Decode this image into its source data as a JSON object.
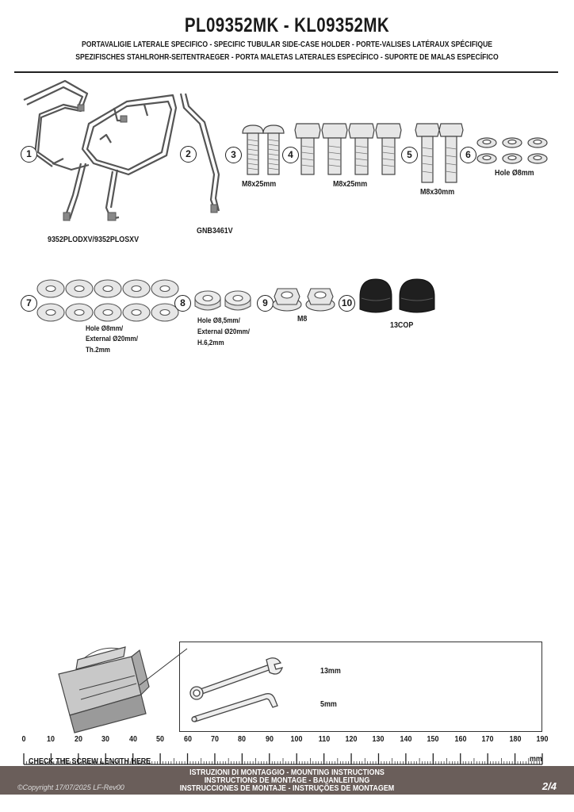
{
  "header": {
    "title": "PL09352MK - KL09352MK",
    "subtitle_line1": "PORTAVALIGIE LATERALE SPECIFICO  -  SPECIFIC TUBULAR SIDE-CASE HOLDER  - PORTE-VALISES LATÉRAUX SPÉCIFIQUE",
    "subtitle_line2": "SPEZIFISCHES STAHLROHR-SEITENTRAEGER - PORTA MALETAS LATERALES ESPECÍFICO - SUPORTE DE MALAS ESPECÍFICO"
  },
  "parts": [
    {
      "num": "1",
      "label": "9352PLODXV/9352PLOSXV",
      "icon": "tubular-frame-pair"
    },
    {
      "num": "2",
      "label": "GNB3461V",
      "icon": "bent-bracket"
    },
    {
      "num": "3",
      "label": "M8x25mm",
      "icon": "button-head-screw",
      "qty": 2
    },
    {
      "num": "4",
      "label": "M8x25mm",
      "icon": "hex-bolt",
      "qty": 4
    },
    {
      "num": "5",
      "label": "M8x30mm",
      "icon": "hex-bolt",
      "qty": 2
    },
    {
      "num": "6",
      "label": "Hole Ø8mm",
      "icon": "split-lock-washer",
      "qty": 6
    },
    {
      "num": "7",
      "label_lines": [
        "Hole Ø8mm/",
        "External Ø20mm/",
        "Th.2mm"
      ],
      "icon": "flat-washer",
      "qty": 10
    },
    {
      "num": "8",
      "label_lines": [
        "Hole Ø8,5mm/",
        "External Ø20mm/",
        "H.6,2mm"
      ],
      "icon": "thick-spacer",
      "qty": 2
    },
    {
      "num": "9",
      "label": "M8",
      "icon": "flange-nut",
      "qty": 2
    },
    {
      "num": "10",
      "label": "13COP",
      "icon": "cap-cover",
      "qty": 2
    }
  ],
  "tools": {
    "wrench_label": "13mm",
    "allen_label": "5mm"
  },
  "ruler": {
    "ticks": [
      "0",
      "10",
      "20",
      "30",
      "40",
      "50",
      "60",
      "70",
      "80",
      "90",
      "100",
      "110",
      "120",
      "130",
      "140",
      "150",
      "160",
      "170",
      "180",
      "190"
    ],
    "caption": "CHECK THE SCREW LENGTH HERE",
    "unit": "mm"
  },
  "footer": {
    "line1": "ISTRUZIONI DI MONTAGGIO  -  MOUNTING INSTRUCTIONS",
    "line2": "INSTRUCTIONS DE MONTAGE - BAUANLEITUNG",
    "line3": "INSTRUCCIONES DE MONTAJE - INSTRUÇÕES DE MONTAGEM",
    "copyright": "©Copyright 17/07/2025 LF-Rev00",
    "page": "2/4"
  },
  "colors": {
    "footer_bg": "#6a5e5a",
    "text": "#1a1a1a",
    "washer_fill": "#e6e6e6",
    "cap_fill": "#1f1f1f"
  }
}
